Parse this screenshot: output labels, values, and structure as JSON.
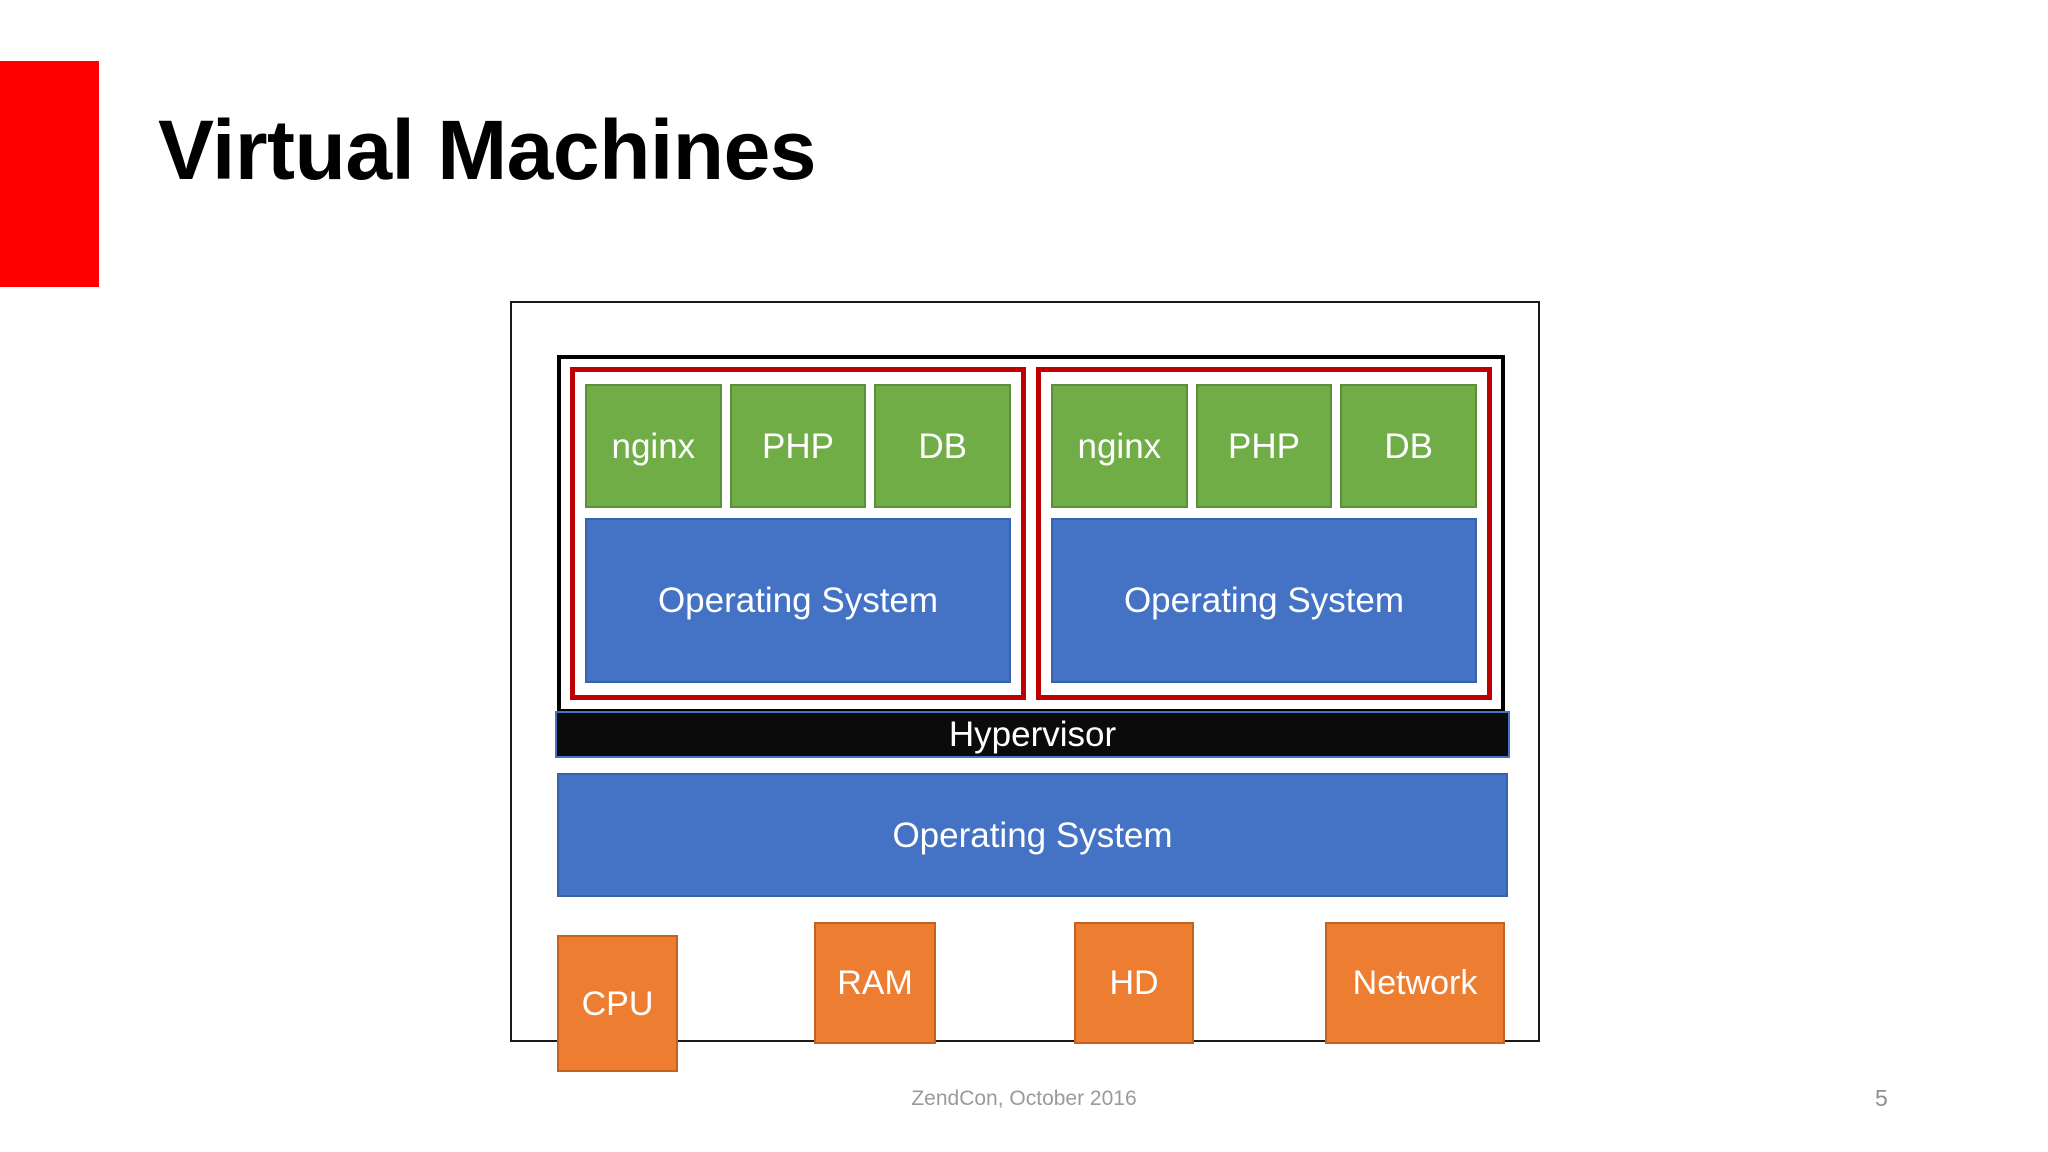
{
  "slide": {
    "title": "Virtual Machines",
    "page_number": "5",
    "footer": "ZendCon, October 2016",
    "accent_color": "#FF0000"
  },
  "colors": {
    "accent_red": "#FF0000",
    "vm_border_red": "#C00000",
    "service_green": "#70AD47",
    "os_blue": "#4472C4",
    "hardware_orange": "#ED7D31",
    "hypervisor_black": "#0B0B0B"
  },
  "diagram": {
    "vms": [
      {
        "name": "vm-left",
        "services": [
          "nginx",
          "PHP",
          "DB"
        ],
        "guest_os": "Operating System"
      },
      {
        "name": "vm-right",
        "services": [
          "nginx",
          "PHP",
          "DB"
        ],
        "guest_os": "Operating System"
      }
    ],
    "hypervisor": "Hypervisor",
    "host_os": "Operating System",
    "hardware": [
      {
        "label": "CPU"
      },
      {
        "label": "RAM"
      },
      {
        "label": "HD"
      },
      {
        "label": "Network"
      }
    ]
  }
}
